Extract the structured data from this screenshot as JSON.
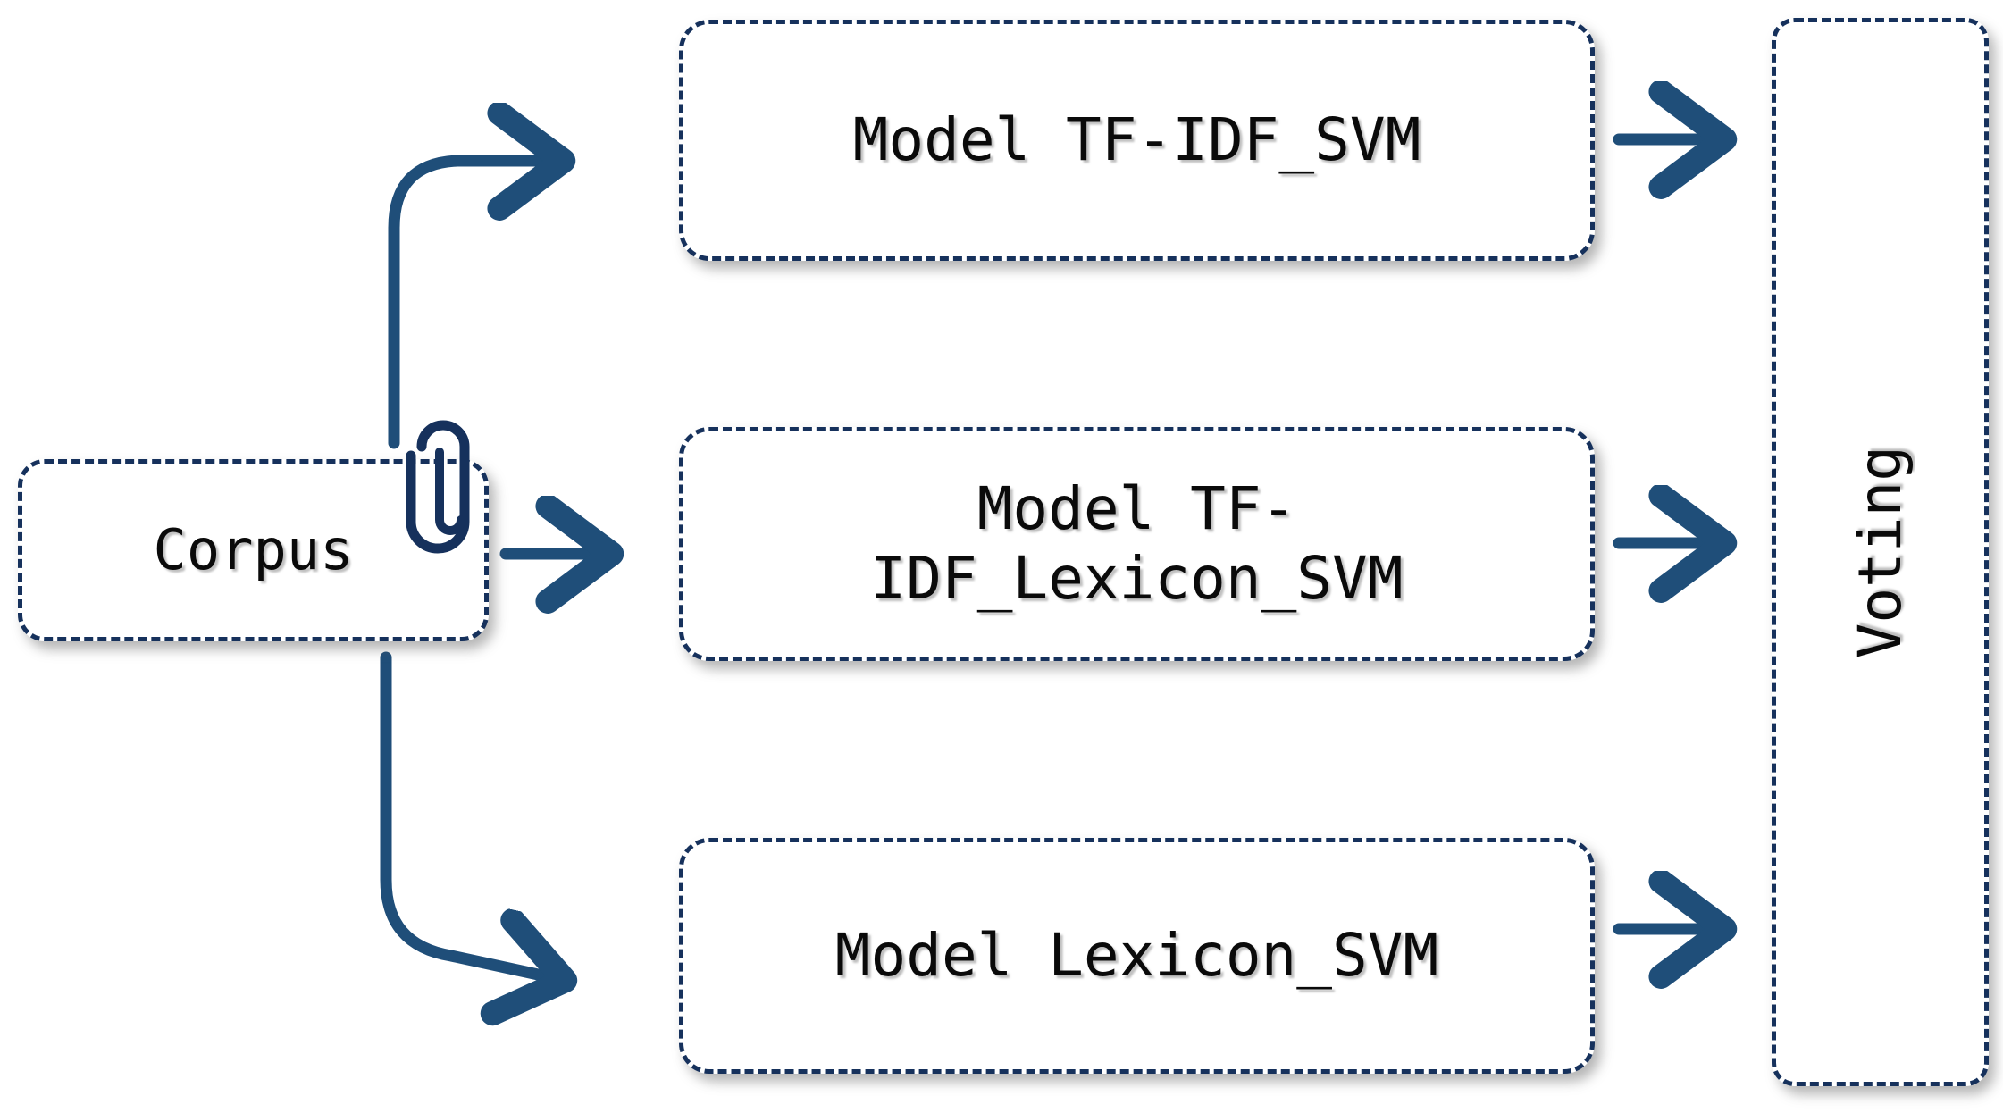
{
  "diagram": {
    "title": "Ensemble SVM voting pipeline",
    "type": "flow-diagram",
    "colors": {
      "border": "#16315c",
      "arrow": "#1F4E79",
      "text": "#0a0a0a",
      "background": "#ffffff"
    },
    "nodes": {
      "corpus": {
        "label": "Corpus",
        "icon": "paperclip-icon"
      },
      "model_1": {
        "label": "Model TF-IDF_SVM"
      },
      "model_2": {
        "label": "Model TF-\nIDF_Lexicon_SVM"
      },
      "model_3": {
        "label": "Model Lexicon_SVM"
      },
      "voting": {
        "label": "Voting",
        "orientation": "vertical-bottom-to-top"
      }
    },
    "edges": [
      {
        "name": "corpus-to-model-1",
        "from": "corpus",
        "to": "model_1",
        "style": "curved-arrow"
      },
      {
        "name": "corpus-to-model-2",
        "from": "corpus",
        "to": "model_2",
        "style": "straight-arrow"
      },
      {
        "name": "corpus-to-model-3",
        "from": "corpus",
        "to": "model_3",
        "style": "curved-arrow"
      },
      {
        "name": "model-1-to-voting",
        "from": "model_1",
        "to": "voting",
        "style": "straight-arrow"
      },
      {
        "name": "model-2-to-voting",
        "from": "model_2",
        "to": "voting",
        "style": "straight-arrow"
      },
      {
        "name": "model-3-to-voting",
        "from": "model_3",
        "to": "voting",
        "style": "straight-arrow"
      }
    ]
  }
}
